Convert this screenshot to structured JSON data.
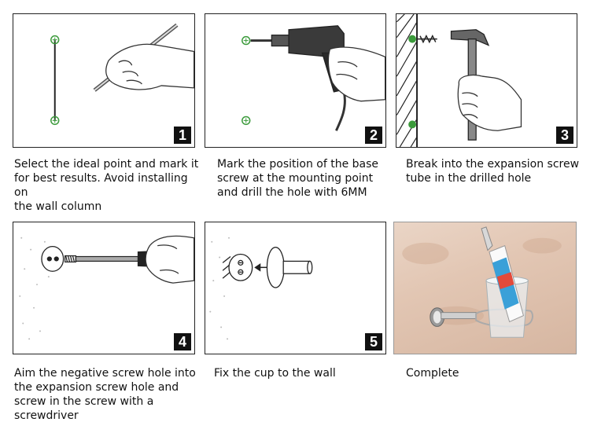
{
  "steps": [
    {
      "number": "1",
      "caption_lines": [
        "Select the ideal point and mark it",
        "for best results. Avoid installing on",
        "the wall column"
      ]
    },
    {
      "number": "2",
      "caption_lines": [
        "Mark the position of the base",
        "screw at the mounting point",
        "and drill the hole with 6MM"
      ]
    },
    {
      "number": "3",
      "caption_lines": [
        "Break into the expansion screw",
        "tube in the drilled hole"
      ]
    },
    {
      "number": "4",
      "caption_lines": [
        "Aim the negative screw hole into",
        "the expansion screw hole and",
        "screw in the screw with a",
        "screwdriver"
      ]
    },
    {
      "number": "5",
      "caption_lines": [
        "Fix the cup to the wall"
      ]
    },
    {
      "number": "",
      "caption_lines": [
        "Complete"
      ]
    }
  ],
  "colors": {
    "marker": "#3a9a3a",
    "border": "#222222",
    "badge": "#111111"
  }
}
